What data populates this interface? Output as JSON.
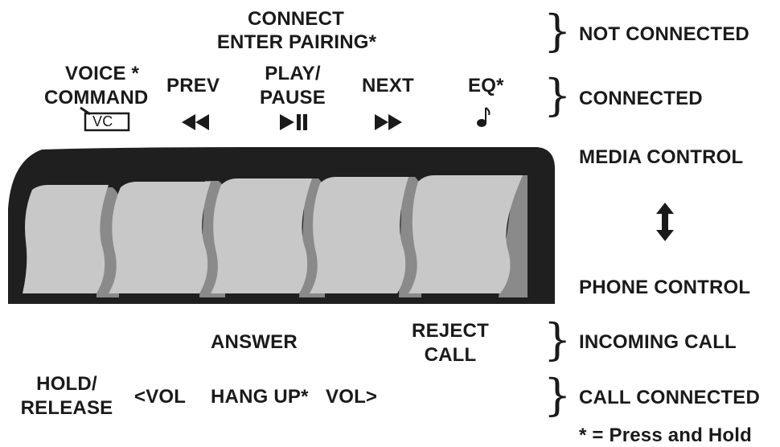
{
  "top": {
    "connect_line1": "CONNECT",
    "connect_line2": "ENTER PAIRING*"
  },
  "buttons_top": {
    "voice_line1": "VOICE *",
    "voice_line2": "COMMAND",
    "voice_icon": "VC",
    "prev": "PREV",
    "play_line1": "PLAY/",
    "play_line2": "PAUSE",
    "next": "NEXT",
    "eq": "EQ*"
  },
  "icons": {
    "prev": "rewind-icon",
    "play": "play-pause-icon",
    "next": "fast-forward-icon",
    "eq": "music-note-icon",
    "voice": "vc-icon"
  },
  "states": {
    "not_connected": "NOT CONNECTED",
    "connected": "CONNECTED",
    "media_control": "MEDIA CONTROL",
    "phone_control": "PHONE CONTROL",
    "incoming_call": "INCOMING CALL",
    "call_connected": "CALL CONNECTED",
    "legend": "* = Press and Hold"
  },
  "buttons_bottom": {
    "answer": "ANSWER",
    "reject_line1": "REJECT",
    "reject_line2": "CALL",
    "hold_line1": "HOLD/",
    "hold_line2": "RELEASE",
    "vol_down": "<VOL",
    "hang_up": "HANG UP*",
    "vol_up": "VOL>"
  },
  "colors": {
    "housing": "#1f1f1f",
    "key_face": "#c8c8c8",
    "key_side": "#8a8a8a"
  }
}
